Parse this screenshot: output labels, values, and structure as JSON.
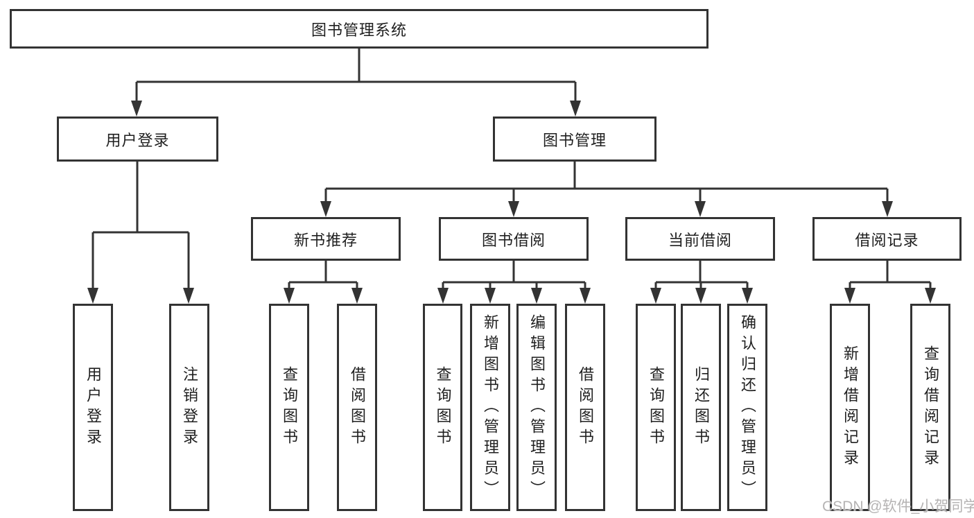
{
  "colors": {
    "line": "#333333",
    "box_border": "#333333",
    "text": "#1f1f1f",
    "watermark": "#a8a6a6"
  },
  "watermark": {
    "text": "CSDN @软件_小贺同学"
  },
  "diagram": {
    "root": {
      "label": "图书管理系统",
      "children": [
        {
          "label": "用户登录",
          "children": [
            {
              "label": "用户登录"
            },
            {
              "label": "注销登录"
            }
          ]
        },
        {
          "label": "图书管理",
          "children": [
            {
              "label": "新书推荐",
              "children": [
                {
                  "label": "查询图书"
                },
                {
                  "label": "借阅图书"
                }
              ]
            },
            {
              "label": "图书借阅",
              "children": [
                {
                  "label": "查询图书"
                },
                {
                  "label": "新增图书（管理员）"
                },
                {
                  "label": "编辑图书（管理员）"
                },
                {
                  "label": "借阅图书"
                }
              ]
            },
            {
              "label": "当前借阅",
              "children": [
                {
                  "label": "查询图书"
                },
                {
                  "label": "归还图书"
                },
                {
                  "label": "确认归还（管理员）"
                }
              ]
            },
            {
              "label": "借阅记录",
              "children": [
                {
                  "label": "新增借阅记录"
                },
                {
                  "label": "查询借阅记录"
                }
              ]
            }
          ]
        }
      ]
    }
  }
}
